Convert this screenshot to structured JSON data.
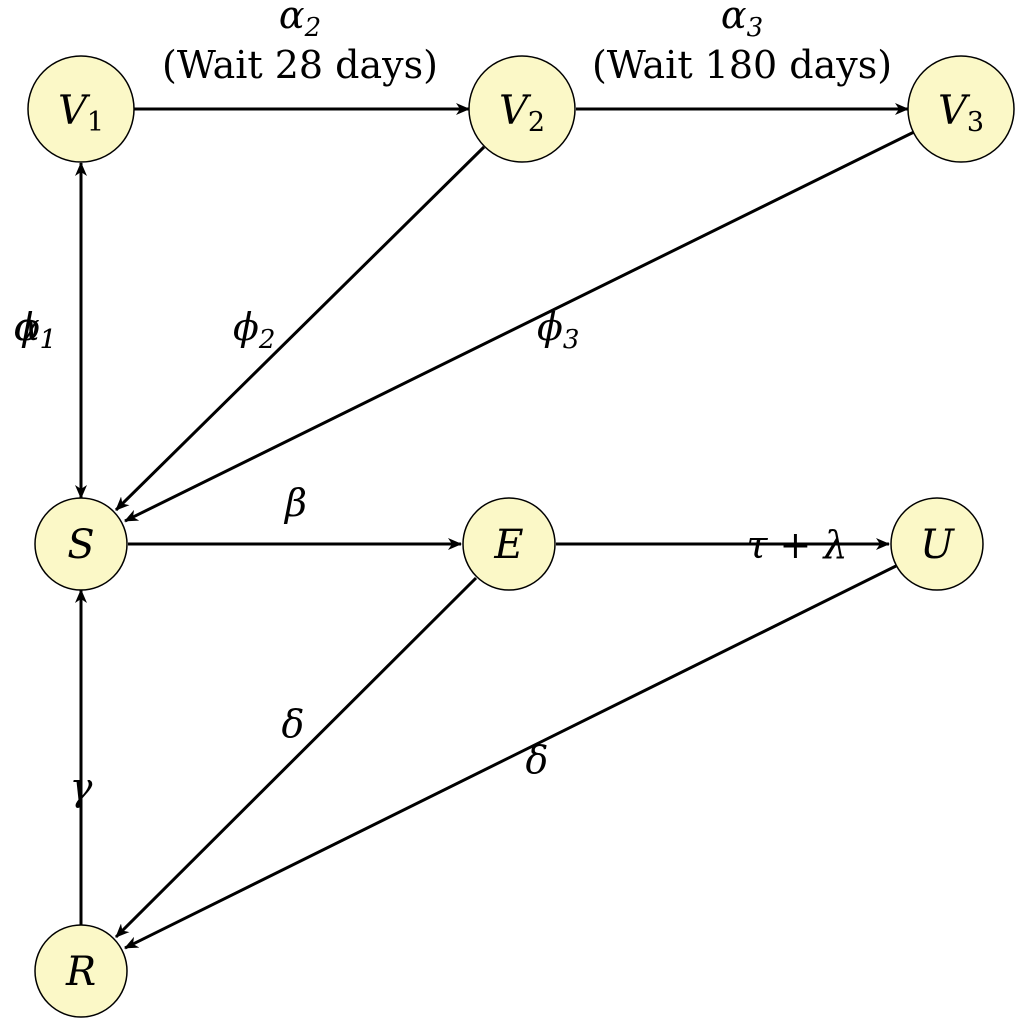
{
  "nodes": {
    "V1": {
      "name": "V",
      "sub": "1"
    },
    "V2": {
      "name": "V",
      "sub": "2"
    },
    "V3": {
      "name": "V",
      "sub": "3"
    },
    "S": {
      "name": "S",
      "sub": ""
    },
    "E": {
      "name": "E",
      "sub": ""
    },
    "U": {
      "name": "U",
      "sub": ""
    },
    "R": {
      "name": "R",
      "sub": ""
    }
  },
  "edges": {
    "v1_v2": {
      "from": "V1",
      "to": "V2",
      "sym": "α",
      "sub": "2",
      "note": "(Wait 28 days)"
    },
    "v2_v3": {
      "from": "V2",
      "to": "V3",
      "sym": "α",
      "sub": "3",
      "note": "(Wait 180 days)"
    },
    "s_v1": {
      "from": "S",
      "to": "V1",
      "sym": "α",
      "sub": "1",
      "note": ""
    },
    "v1_s": {
      "from": "V1",
      "to": "S",
      "sym": "ϕ",
      "sub": "1",
      "note": ""
    },
    "v2_s": {
      "from": "V2",
      "to": "S",
      "sym": "ϕ",
      "sub": "2",
      "note": ""
    },
    "v3_s": {
      "from": "V3",
      "to": "S",
      "sym": "ϕ",
      "sub": "3",
      "note": ""
    },
    "s_e": {
      "from": "S",
      "to": "E",
      "sym": "β",
      "sub": "",
      "note": ""
    },
    "e_u": {
      "from": "E",
      "to": "U",
      "sym": "τ + λ",
      "sub": "",
      "note": ""
    },
    "e_r": {
      "from": "E",
      "to": "R",
      "sym": "δ",
      "sub": "",
      "note": ""
    },
    "u_r": {
      "from": "U",
      "to": "R",
      "sym": "δ",
      "sub": "",
      "note": ""
    },
    "r_s": {
      "from": "R",
      "to": "S",
      "sym": "γ",
      "sub": "",
      "note": ""
    }
  },
  "colors": {
    "node_fill": "#fbf8c7",
    "stroke": "#000000"
  }
}
